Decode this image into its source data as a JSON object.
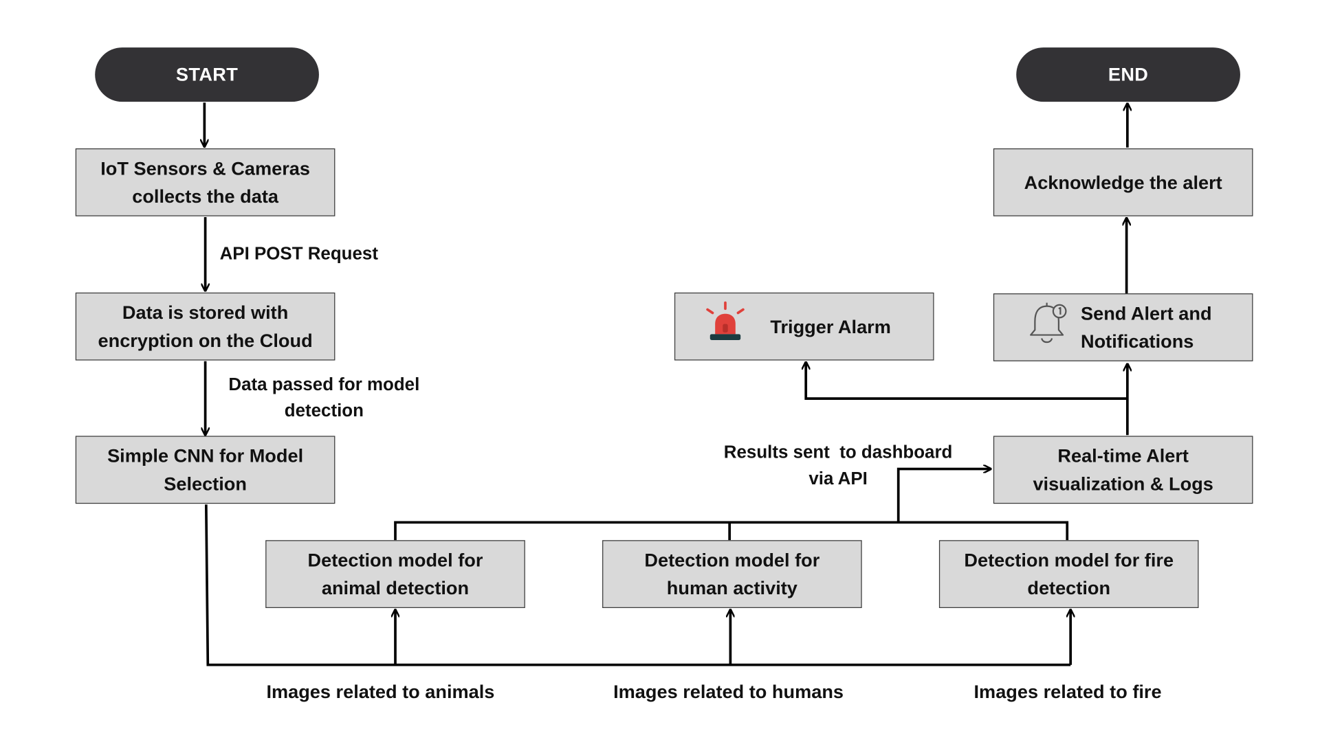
{
  "nodes": {
    "start": "START",
    "end": "END",
    "iot": [
      "IoT Sensors & Cameras",
      "collects the data"
    ],
    "cloud": [
      "Data is stored with",
      "encryption on the Cloud"
    ],
    "cnn": [
      "Simple CNN for Model",
      "Selection"
    ],
    "animal_model": [
      "Detection model for",
      "animal detection"
    ],
    "human_model": [
      "Detection model for",
      "human activity"
    ],
    "fire_model": [
      "Detection model for fire",
      "detection"
    ],
    "realtime": [
      "Real-time Alert",
      "visualization & Logs"
    ],
    "alarm": "Trigger Alarm",
    "notify": [
      "Send Alert and",
      "Notifications"
    ],
    "ack": "Acknowledge the alert"
  },
  "edge_labels": {
    "api_post": "API POST Request",
    "model_detection": [
      "Data passed for model",
      "detection"
    ],
    "results": [
      "Results sent  to dashboard",
      "via API"
    ],
    "animals": "Images related to animals",
    "humans": "Images related to humans",
    "fire": "Images related to fire"
  },
  "icons": {
    "alarm": "alarm-siren-icon",
    "notify": "bell-notification-icon"
  },
  "colors": {
    "pill": "#333235",
    "box_fill": "#d9d9d9",
    "siren": "#e0413b"
  }
}
